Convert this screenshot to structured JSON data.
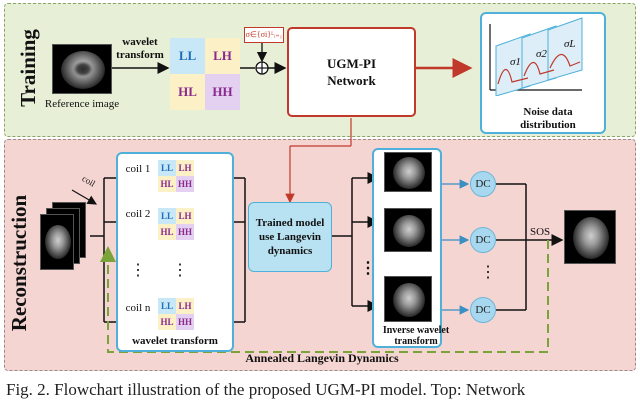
{
  "training": {
    "side_label": "Training",
    "reference_caption": "Reference image",
    "wavelet_label": "wavelet transform",
    "sigma_label": "σ∈{σi}ᴸᵢ₌₁",
    "network_label": "UGM-PI Network",
    "noise_caption": "Noise data distribution",
    "sigma_names": [
      "σ1",
      "σ2",
      "σL"
    ]
  },
  "quadrants": {
    "ll": "LL",
    "lh": "LH",
    "hl": "HL",
    "hh": "HH"
  },
  "reconstruction": {
    "side_label": "Reconstruction",
    "coil_stack_label": "coil",
    "coils": [
      "coil 1",
      "coil 2",
      "coil n"
    ],
    "dots": "⋮",
    "wavelet_caption": "wavelet transform",
    "model_label": "Trained model use Langevin dynamics",
    "inverse_caption": "Inverse wavelet transform",
    "dc_label": "DC",
    "sos_label": "SOS",
    "annealed_label": "Annealed Langevin Dynamics"
  },
  "figure_caption": "Fig. 2. Flowchart illustration of the proposed UGM-PI model. Top: Network"
}
